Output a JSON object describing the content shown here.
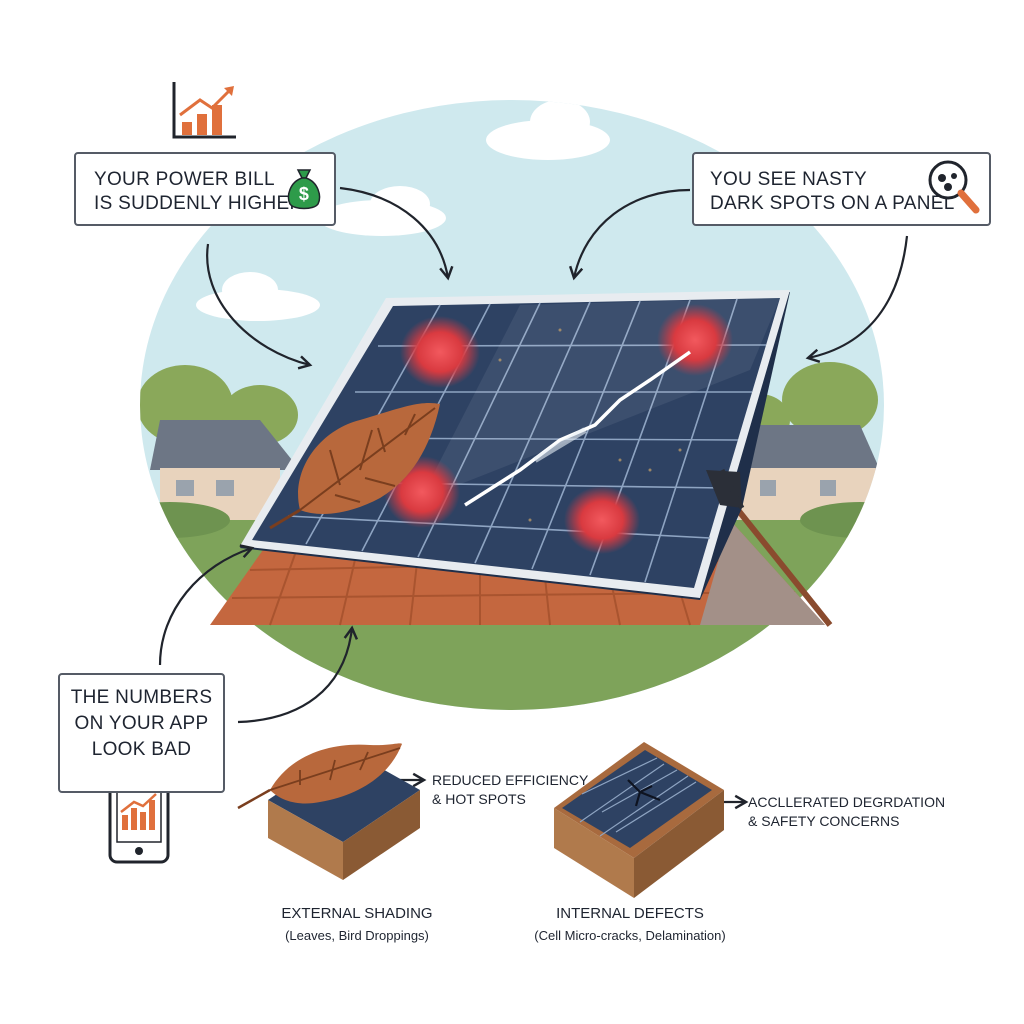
{
  "colors": {
    "sky": "#cfe9ee",
    "panel": "#2e4263",
    "hotspot": "#d93a40",
    "leaf": "#b8683c",
    "roof": "#c4673f",
    "accent": "#e0703c",
    "money": "#2e9b4a"
  },
  "icons": [
    "trend-chart-icon",
    "money-bag-icon",
    "magnifier-icon",
    "smartphone-icon",
    "arrow-icon"
  ],
  "callouts": {
    "power_bill": [
      "YOUR POWER BILL",
      "IS SUDDENLY HIGHER"
    ],
    "dark_spots": [
      "YOU SEE NASTY",
      "DARK SPOTS ON A PANEL"
    ],
    "app_numbers": [
      "THE NUMBERS",
      "ON YOUR APP",
      "LOOK BAD"
    ]
  },
  "effects": {
    "shading": [
      "REDUCED EFFICIENCY",
      "& HOT SPOTS"
    ],
    "defects": [
      "ACCLLERATED DEGRDATION",
      "& SAFETY CONCERNS"
    ]
  },
  "captions": {
    "shading_title": "EXTERNAL SHADING",
    "shading_sub": "(Leaves, Bird Droppings)",
    "defects_title": "INTERNAL DEFECTS",
    "defects_sub": "(Cell Micro-cracks, Delamination)"
  },
  "money_symbol": "$"
}
